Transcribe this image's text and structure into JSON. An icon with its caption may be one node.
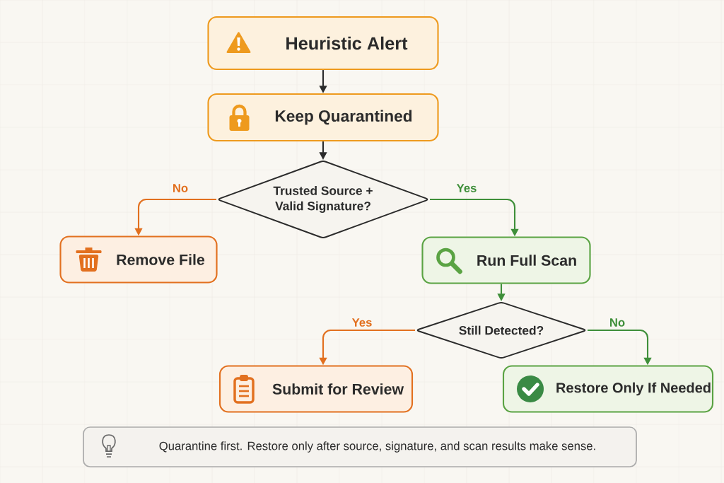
{
  "diagram": {
    "nodes": [
      {
        "text": [
          "Heuristic Alert"
        ]
      },
      {
        "text": [
          "Keep Quarantined"
        ]
      },
      {
        "text": [
          "Trusted Source + Valid Signature?"
        ]
      },
      {
        "text": [
          "Remove File"
        ]
      },
      {
        "text": [
          "Run Full Scan"
        ]
      },
      {
        "text": [
          "Still Detected?"
        ]
      },
      {
        "text": [
          "Submit for Review"
        ]
      },
      {
        "text": [
          "Restore Only If Needed"
        ]
      },
      {
        "text": [
          "Quarantine first. Restore only after source, signature, and scan results make sense."
        ]
      }
    ],
    "edges": [
      {
        "from": 0,
        "to": 1,
        "arrow": "to",
        "color": "#2b2b2b"
      },
      {
        "from": 1,
        "to": 2,
        "arrow": "to",
        "color": "#2b2b2b"
      },
      {
        "from": 2,
        "to": 3,
        "arrow": "to",
        "label": "No",
        "color": "#e2701f"
      },
      {
        "from": 2,
        "to": 4,
        "arrow": "to",
        "label": "Yes",
        "color": "#3f8f3a"
      },
      {
        "from": 4,
        "to": 5,
        "arrow": "to",
        "color": "#3f8f3a"
      },
      {
        "from": 5,
        "to": 6,
        "arrow": "to",
        "label": "Yes",
        "color": "#e2701f"
      },
      {
        "from": 5,
        "to": 7,
        "arrow": "to",
        "label": "No",
        "color": "#3f8f3a"
      }
    ]
  }
}
